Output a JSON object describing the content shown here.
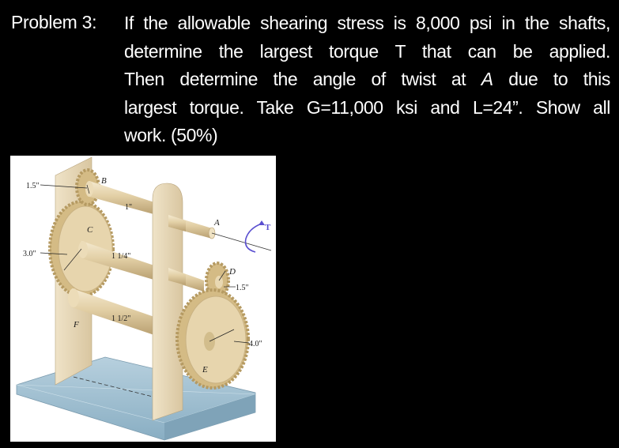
{
  "problem": {
    "label": "Problem 3:",
    "lines": [
      "If the allowable shearing stress is 8,000 psi in the shafts,",
      "determine the largest torque T that can be applied.",
      "Then determine the angle of twist at",
      "A",
      "due to this",
      "largest torque.  Take G=11,000 ksi and L=24”.  Show all",
      "work.  (50%)"
    ],
    "allowable_shear_stress": "8,000 psi",
    "G": "11,000 ksi",
    "L": "24”",
    "weight": "50%"
  },
  "figure": {
    "labels": {
      "gear_B": "B",
      "gear_C": "C",
      "gear_D": "D",
      "gear_E": "E",
      "point_A": "A",
      "support_F": "F",
      "torque": "T"
    },
    "dimensions": {
      "radius_B": "1.5\"",
      "radius_C": "3.0\"",
      "radius_D": "1.5\"",
      "radius_E": "4.0\"",
      "shaft_AB_diameter": "1\"",
      "shaft_CD_diameter": "1 1/4\"",
      "shaft_EF_diameter": "1 1/2\""
    },
    "colors": {
      "plate": "#e8d9b8",
      "gear": "#d9c28e",
      "base": "#9fc0d2",
      "torque_arrow": "#5a4fd0"
    }
  }
}
